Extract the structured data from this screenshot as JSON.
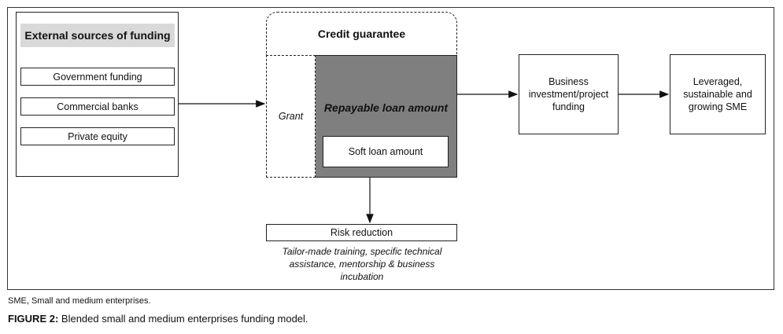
{
  "external": {
    "title": "External sources of funding",
    "sources": [
      "Government funding",
      "Commercial banks",
      "Private equity"
    ]
  },
  "credit_guarantee": {
    "title": "Credit guarantee",
    "grant": "Grant",
    "repayable": "Repayable loan amount",
    "soft_loan": "Soft loan amount"
  },
  "risk": {
    "title": "Risk reduction",
    "note": "Tailor-made training, specific technical assistance, mentorship & business incubation"
  },
  "business": "Business investment/project funding",
  "sme": "Leveraged, sustainable and growing SME",
  "footer": {
    "abbrev": "SME, Small and medium enterprises.",
    "caption_label": "FIGURE 2:",
    "caption_text": " Blended small and medium enterprises funding model."
  },
  "colors": {
    "loan_fill": "#7f7f7f",
    "title_fill": "#d9d9d9"
  }
}
